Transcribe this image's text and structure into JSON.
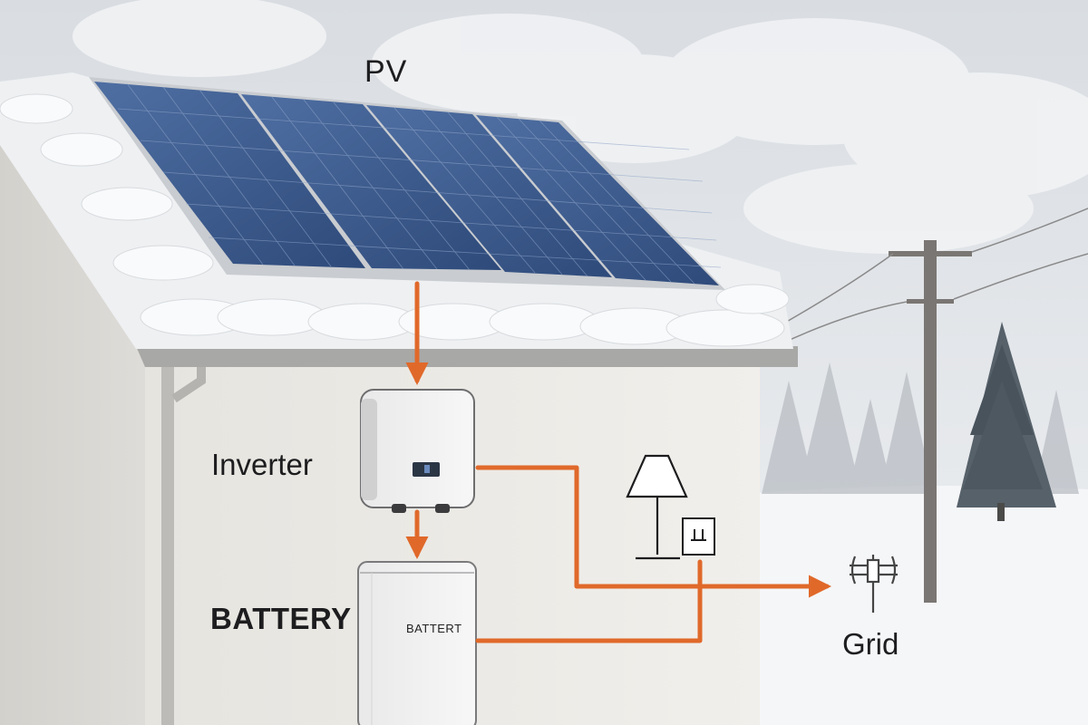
{
  "diagram": {
    "labels": {
      "pv": "PV",
      "inverter": "Inverter",
      "battery": "BATTERY",
      "battery_device": "BATTERT",
      "grid": "Grid"
    },
    "connections": [
      {
        "from": "PV",
        "to": "Inverter"
      },
      {
        "from": "Inverter",
        "to": "BATTERY"
      },
      {
        "from": "Inverter",
        "to": "Grid"
      },
      {
        "from": "BATTERY",
        "to": "Grid"
      }
    ]
  },
  "icons": [
    "solar-panel-icon",
    "inverter-icon",
    "battery-icon",
    "lamp-icon",
    "outlet-icon",
    "grid-meter-icon",
    "utility-pole-icon",
    "pine-tree-icon"
  ],
  "colors": {
    "flow_line": "#e0692a",
    "panel": "#3b5a8e",
    "wall": "#eceae6",
    "snow": "#f7f8fa",
    "sky": "#dfe3e7"
  }
}
